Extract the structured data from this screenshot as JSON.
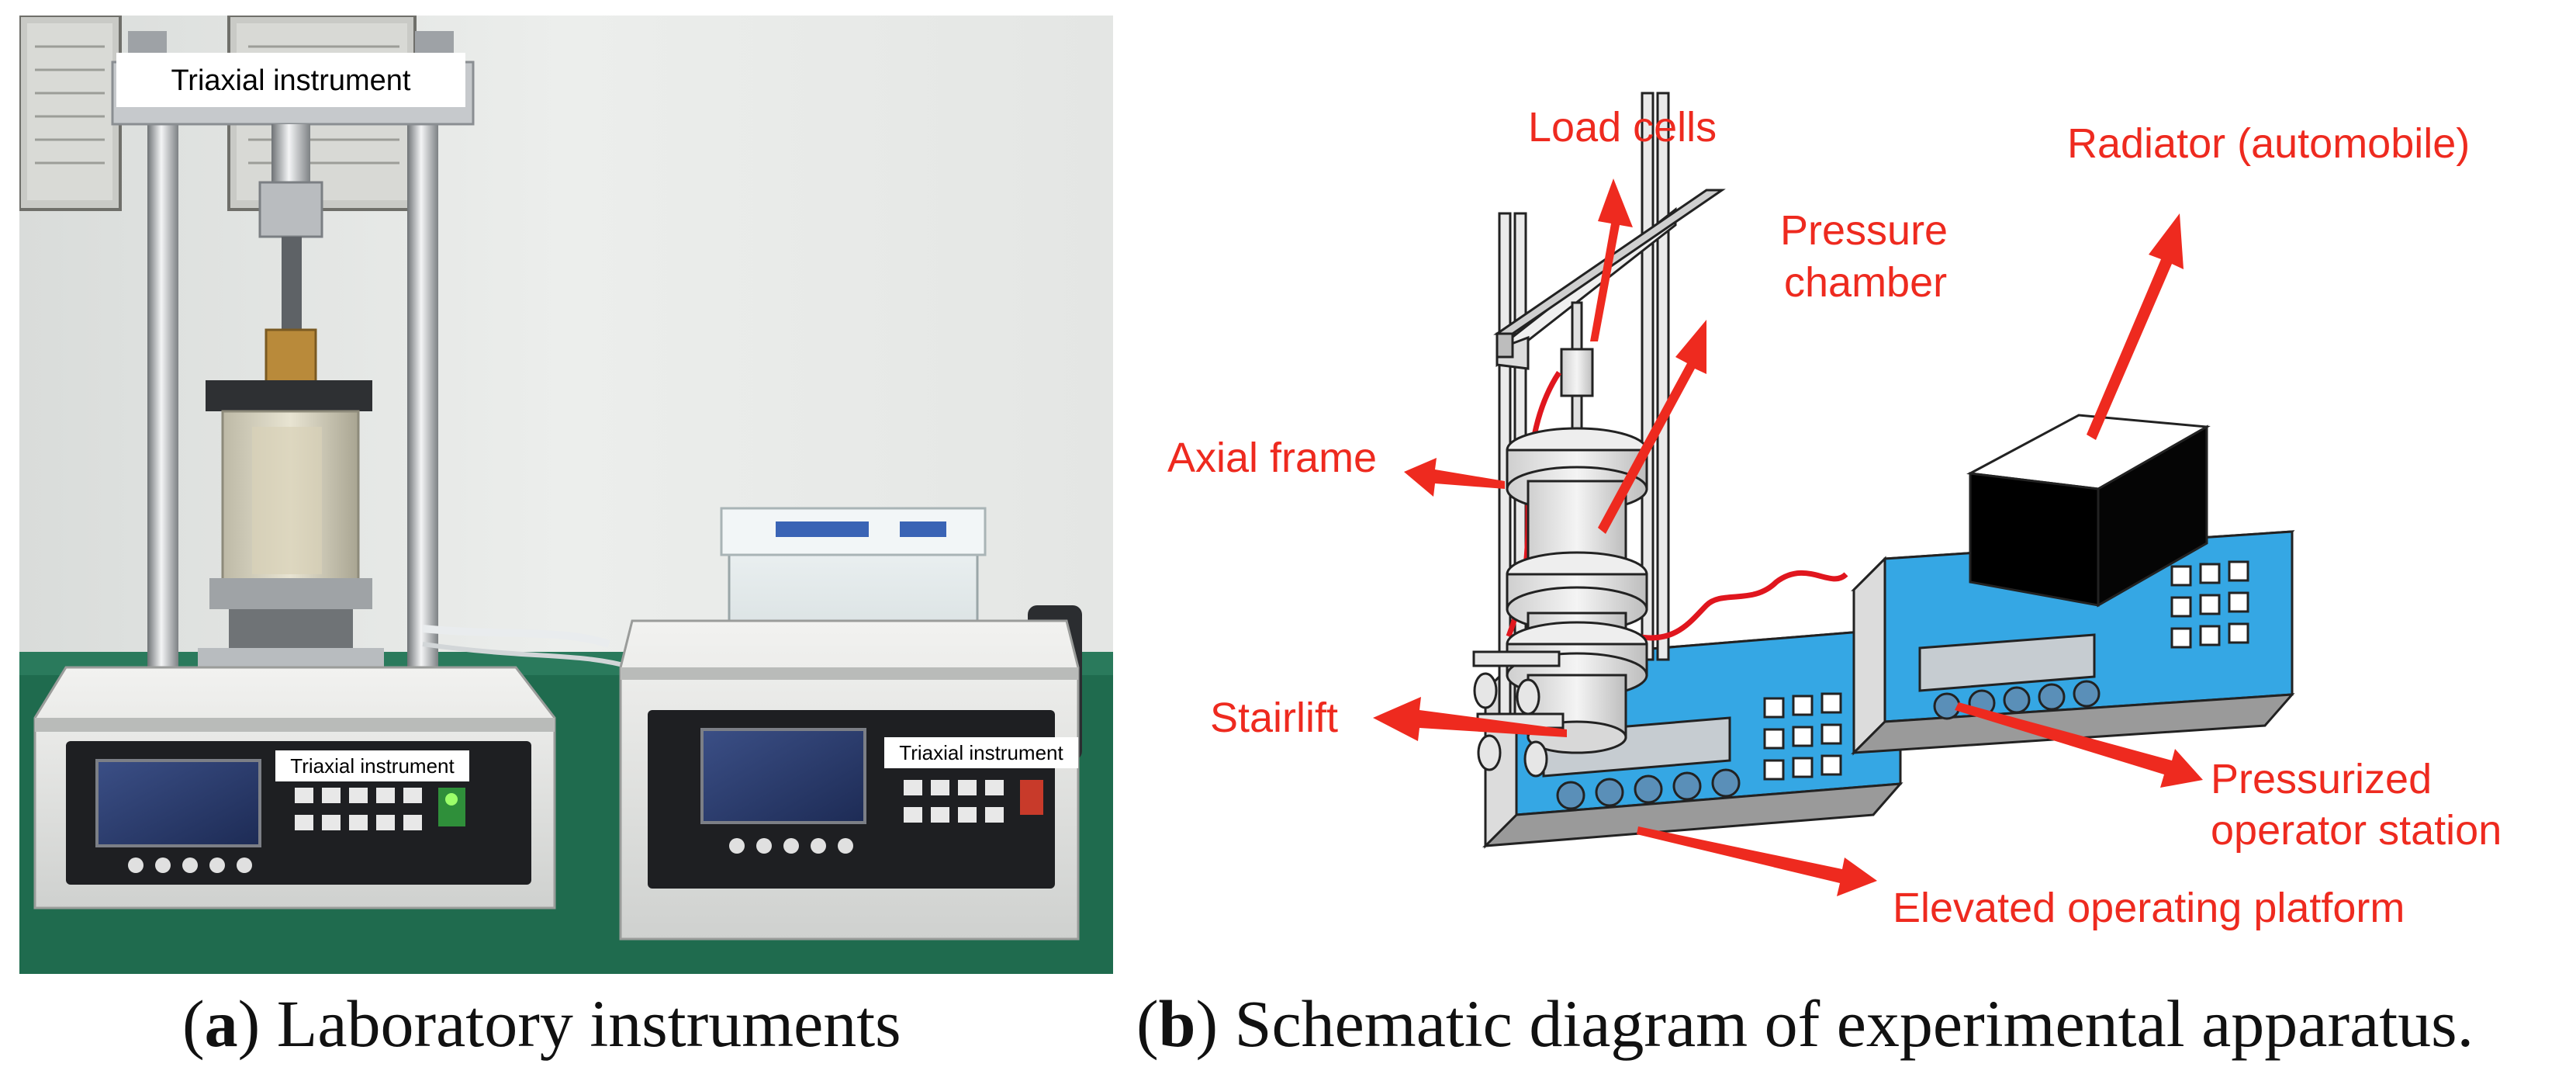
{
  "panel_a": {
    "labels": {
      "top": "Triaxial instrument",
      "left_console": "Triaxial instrument",
      "right_console": "Triaxial instrument"
    }
  },
  "panel_b": {
    "labels": {
      "load_cells": "Load cells",
      "radiator": "Radiator (automobile)",
      "pressure_chamber_1": "Pressure",
      "pressure_chamber_2": "chamber",
      "axial_frame": "Axial frame",
      "stairlift": "Stairlift",
      "pressurized_1": "Pressurized",
      "pressurized_2": "operator station",
      "elevated_platform": "Elevated operating platform"
    }
  },
  "captions": {
    "a_letter": "a",
    "a_text": " Laboratory instruments",
    "b_letter": "b",
    "b_text": " Schematic diagram of experimental apparatus."
  },
  "colors": {
    "label_red": "#ee2a1f",
    "console_blue": "#35a7e4",
    "table_green": "#1f6b4e",
    "wall": "#e9ebe8"
  }
}
